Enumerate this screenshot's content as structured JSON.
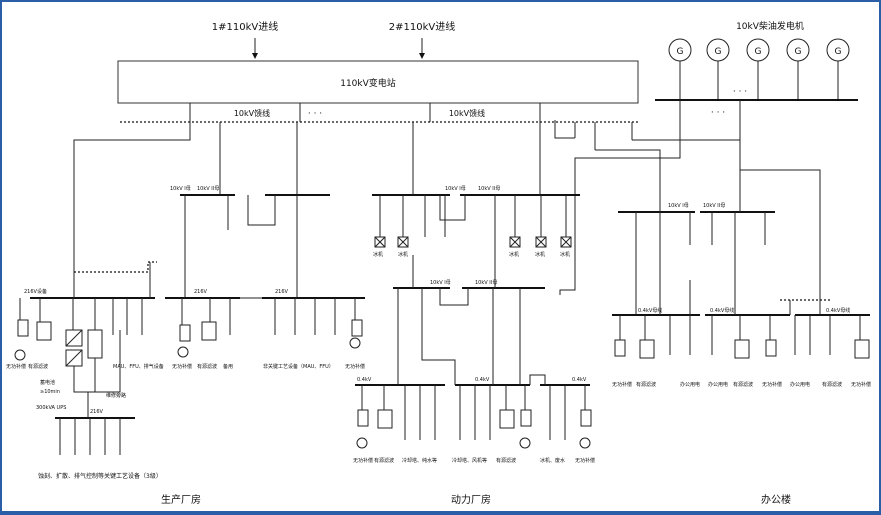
{
  "diagram": {
    "incomers": [
      "1#110kV进线",
      "2#110kV进线"
    ],
    "substation_label": "110kV变电站",
    "feeder_label": "10kV馈线",
    "generator_label": "10kV柴油发电机",
    "generator_symbol": "G",
    "ellipsis": "· · ·",
    "sections": {
      "production": "生产厂房",
      "power": "动力厂房",
      "office": "办公楼"
    },
    "bus_labels": {
      "prod_10kv_1": "10kV I母",
      "prod_10kv_2": "10kV II母",
      "prod_216v_a": "216V设备",
      "prod_216v_b": "216V",
      "prod_216v_c": "216V",
      "prod_216v_ups": "216V",
      "power_10kv_1": "10kV I母",
      "power_10kv_2": "10kV II母",
      "power_10kv_3": "10kV I母",
      "power_10kv_4": "10kV II母",
      "power_04kv_a": "0.4kV",
      "power_04kv_b": "0.4kV",
      "power_04kv_c": "0.4kV",
      "office_10kv_1": "10kV I母",
      "office_10kv_2": "10kV II母",
      "office_04kv_1": "0.4kV母线",
      "office_04kv_2": "0.4kV母线",
      "office_04kv_3": "0.4kV母线"
    },
    "device_labels": {
      "reactive_comp": "无功补偿",
      "active_filter": "有源滤波",
      "mau_ffu_exhaust": "MAU、FFU、排气设备",
      "standby": "备用",
      "non_critical": "非关键工艺设备（MAU、FFU）",
      "battery": "蓄电池",
      "battery_time": "≥10min",
      "ups": "300kVA UPS",
      "maintenance_bypass": "维修旁路",
      "critical_load": "蚀刻、扩散、排气控制等关键工艺设备（3级）",
      "chiller": "冰机",
      "cooling_tower": "冷却塔、纯水等",
      "cooling_fan": "冷却塔、风机等",
      "chiller_waste": "冰机、废水",
      "office_power": "办公用电"
    }
  }
}
